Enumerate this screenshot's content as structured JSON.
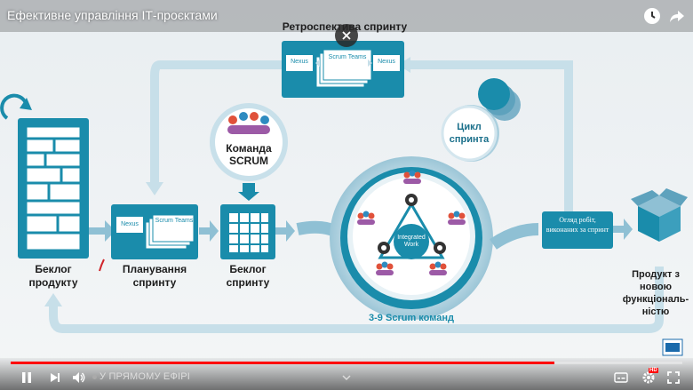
{
  "video": {
    "title": "Ефективне управління ІТ-проєктами",
    "live_label": "У ПРЯМОМУ ЕФІРІ",
    "hd_badge": "HD",
    "progress_fraction": 0.81,
    "accent_color": "#ff0000"
  },
  "diagram": {
    "retro_title": "Ретроспектива спринту",
    "box_left": "Nexus",
    "box_mid": "Scrum Teams",
    "box_right": "Nexus",
    "product_backlog": "Беклог продукту",
    "sprint_planning": "Планування спринту",
    "sprint_backlog": "Беклог спринту",
    "team_circle": "Команда SCRUM",
    "sprint_cycle": "Цикл спринта",
    "integrated": "Integrated Work",
    "teams_count": "3-9 Scrum команд",
    "review": "Огляд робіт, виконаних за спринт",
    "product": "Продукт з новою функціональ-ністю",
    "main_color": "#1a8cab",
    "light_color": "#c7dfe9"
  },
  "icons": [
    "clock-icon",
    "share-icon",
    "close-icon",
    "play-pause-icon",
    "next-icon",
    "volume-icon",
    "chevron-down-icon",
    "subtitles-icon",
    "settings-icon",
    "fullscreen-icon"
  ]
}
